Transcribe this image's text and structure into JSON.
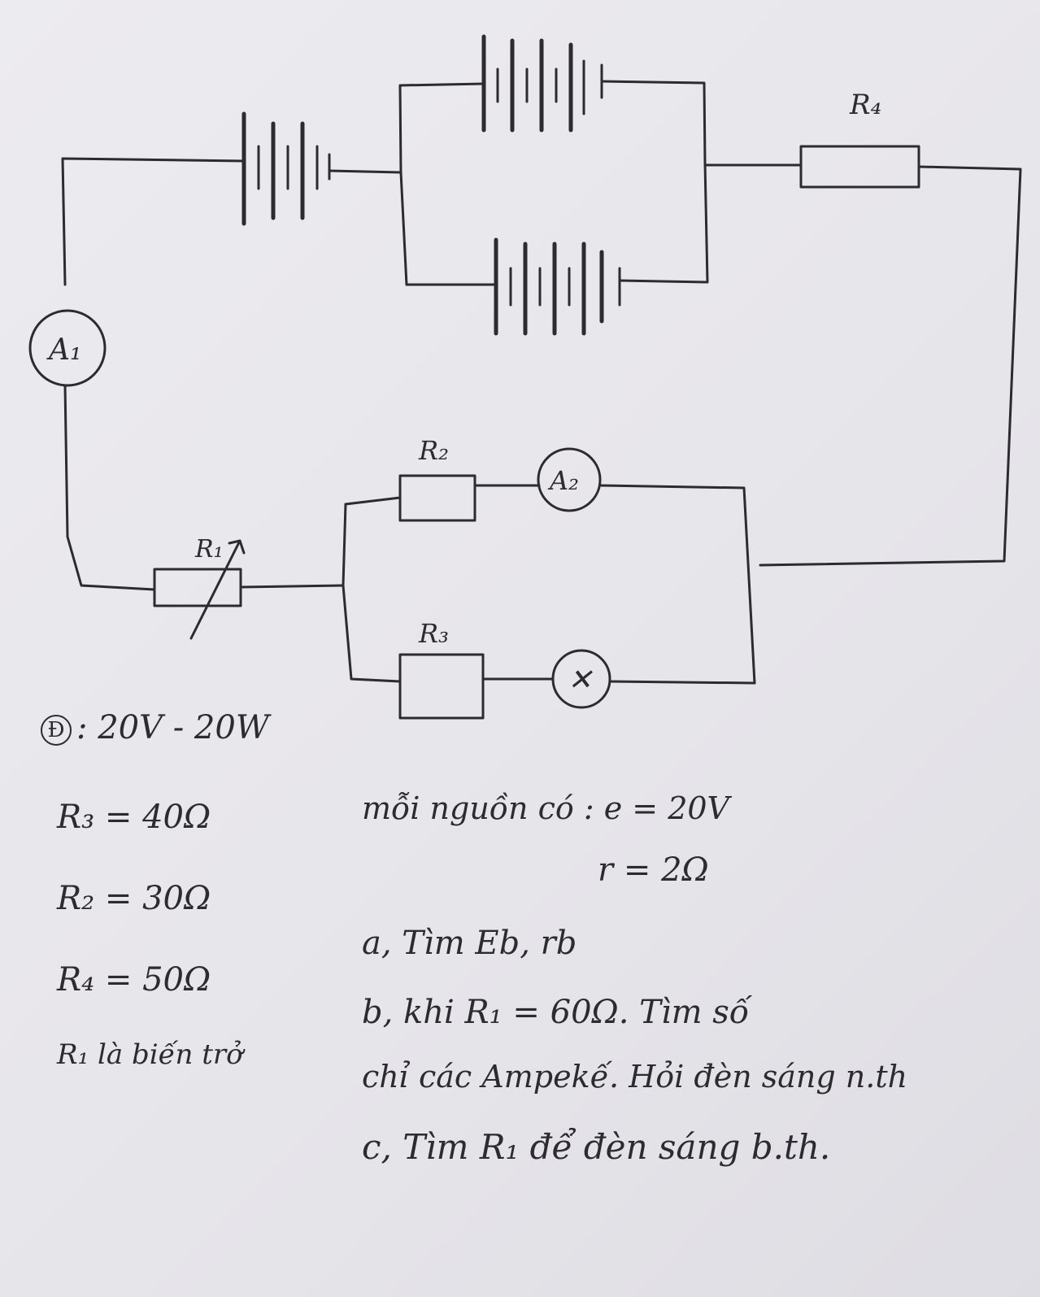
{
  "circuit": {
    "labels": {
      "r1": "R₁",
      "r2": "R₂",
      "r3": "R₃",
      "r4": "R₄",
      "a1": "A₁",
      "a2": "A₂",
      "lamp": "✕"
    }
  },
  "notes": {
    "lamp_spec_symbol": "Đ",
    "lamp_spec": ": 20V - 20W",
    "r3": "R₃ = 40Ω",
    "r2": "R₂ = 30Ω",
    "r4": "R₄ = 50Ω",
    "r1_note": "R₁ là biến trở",
    "source_intro": "mỗi nguồn có : e = 20V",
    "source_r": "r = 2Ω",
    "q_a": "a, Tìm Eb, rb",
    "q_b1": "b, khi R₁ = 60Ω. Tìm số",
    "q_b2": "chỉ các Ampekế. Hỏi đèn sáng n.th",
    "q_c": "c, Tìm R₁ để đèn sáng b.th."
  }
}
